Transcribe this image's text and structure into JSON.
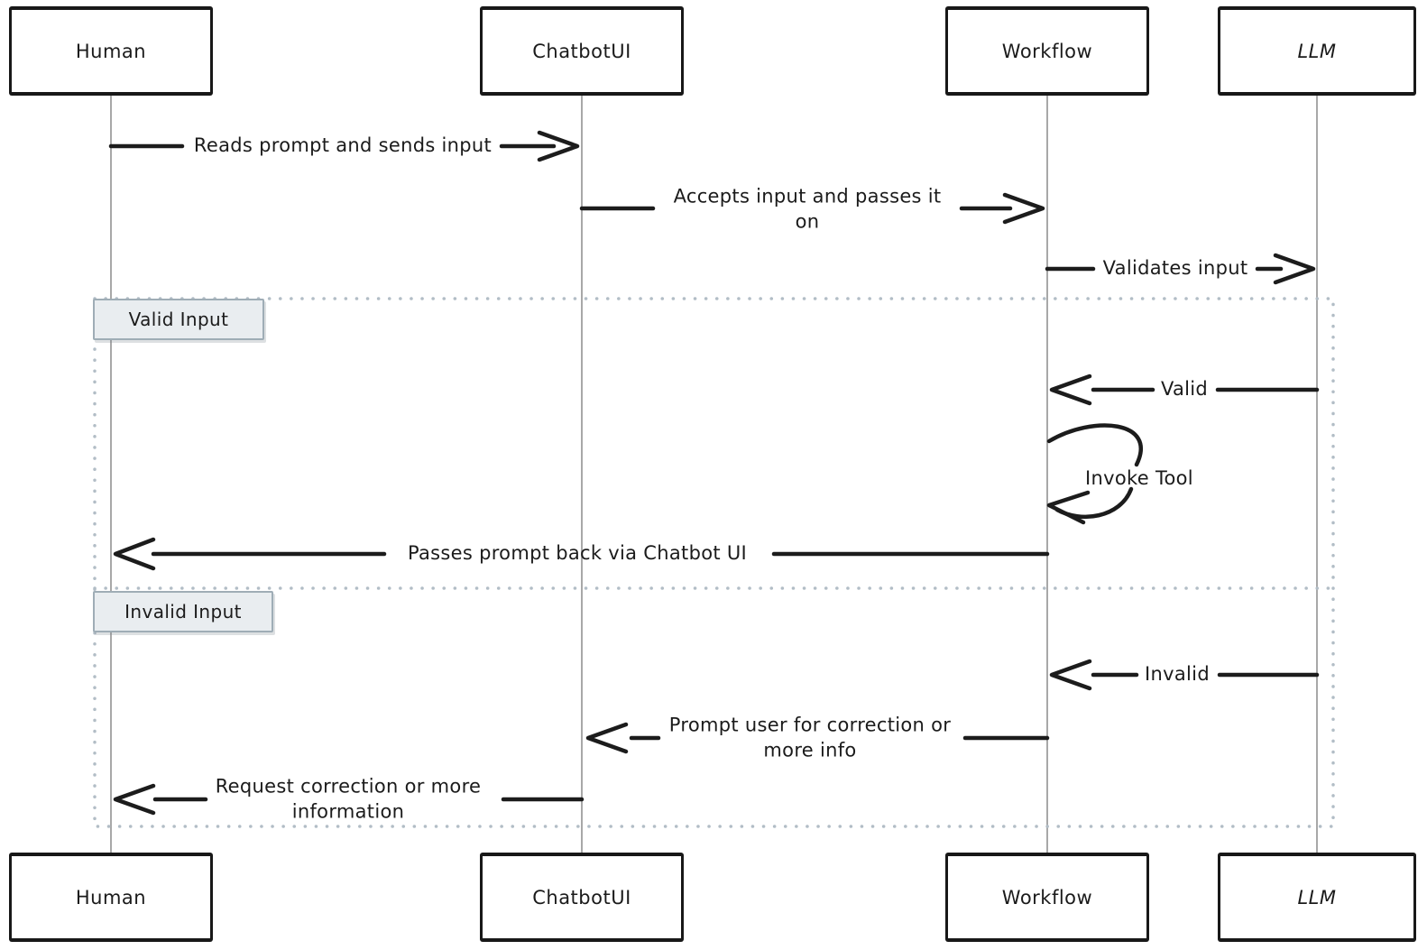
{
  "diagram": {
    "type": "sequence",
    "style": "hand-drawn",
    "colors": {
      "stroke": "#1c1c1c",
      "lifeline": "#a8a8a8",
      "frame_dots": "#b2bdc6",
      "frame_label_fill": "#e9edf0",
      "frame_label_border": "#9fadb6",
      "background": "#ffffff"
    }
  },
  "actors": [
    {
      "name": "Human"
    },
    {
      "name": "ChatbotUI"
    },
    {
      "name": "Workflow"
    },
    {
      "name": "LLM"
    }
  ],
  "frames": [
    {
      "label": "Valid Input"
    },
    {
      "label": "Invalid Input"
    }
  ],
  "messages": [
    {
      "from": "Human",
      "to": "ChatbotUI",
      "label": "Reads prompt and sends input"
    },
    {
      "from": "ChatbotUI",
      "to": "Workflow",
      "label": "Accepts input and passes it\non"
    },
    {
      "from": "Workflow",
      "to": "LLM",
      "label": "Validates input"
    },
    {
      "from": "LLM",
      "to": "Workflow",
      "label": "Valid",
      "frame": "Valid Input"
    },
    {
      "from": "Workflow",
      "to": "Workflow",
      "label": "Invoke Tool",
      "frame": "Valid Input"
    },
    {
      "from": "Workflow",
      "to": "Human",
      "label": "Passes prompt back via Chatbot UI",
      "frame": "Valid Input"
    },
    {
      "from": "LLM",
      "to": "Workflow",
      "label": "Invalid",
      "frame": "Invalid Input"
    },
    {
      "from": "Workflow",
      "to": "ChatbotUI",
      "label": "Prompt user for correction or\nmore info",
      "frame": "Invalid Input"
    },
    {
      "from": "ChatbotUI",
      "to": "Human",
      "label": "Request correction or more\ninformation",
      "frame": "Invalid Input"
    }
  ]
}
